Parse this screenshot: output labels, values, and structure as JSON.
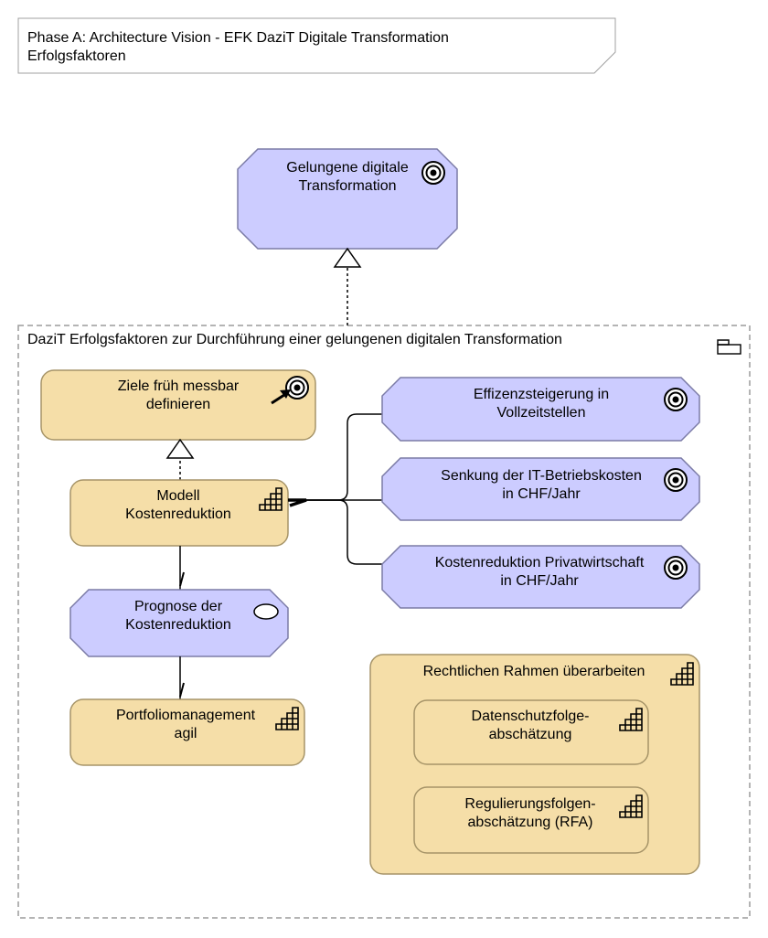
{
  "title": {
    "line1": "Phase A: Architecture Vision - EFK DaziT Digitale Transformation",
    "line2": "Erfolgsfaktoren"
  },
  "goal_main": {
    "line1": "Gelungene digitale",
    "line2": "Transformation",
    "icon": "goal-target-icon"
  },
  "group": {
    "label": "DaziT Erfolgsfaktoren zur Durchführung einer gelungenen digitalen Transformation",
    "icon": "folder-icon"
  },
  "ziele": {
    "line1": "Ziele früh messbar",
    "line2": "definieren",
    "icon": "outcome-icon"
  },
  "modell": {
    "line1": "Modell",
    "line2": "Kostenreduktion",
    "icon": "work-package-icon"
  },
  "prognose": {
    "line1": "Prognose der",
    "line2": "Kostenreduktion",
    "icon": "deliverable-oval-icon"
  },
  "portfolio": {
    "line1": "Portfoliomanagement",
    "line2": "agil",
    "icon": "work-package-icon"
  },
  "effizienz": {
    "line1": "Effizenzsteigerung in",
    "line2": "Vollzeitstellen",
    "icon": "goal-target-icon"
  },
  "senkung": {
    "line1": "Senkung der IT-Betriebskosten",
    "line2": "in CHF/Jahr",
    "icon": "goal-target-icon"
  },
  "kosten_privat": {
    "line1": "Kostenreduktion Privatwirtschaft",
    "line2": "in CHF/Jahr",
    "icon": "goal-target-icon"
  },
  "rahmen": {
    "label": "Rechtlichen Rahmen überarbeiten",
    "icon": "work-package-icon"
  },
  "datenschutz": {
    "line1": "Datenschutzfolge-",
    "line2": "abschätzung",
    "icon": "work-package-icon"
  },
  "regulierung": {
    "line1": "Regulierungsfolgen-",
    "line2": "abschätzung (RFA)",
    "icon": "work-package-icon"
  },
  "colors": {
    "goal_fill": "#ccccff",
    "work_fill": "#f5dea8",
    "stroke_goal": "#7b7ba6",
    "stroke_work": "#a69468",
    "group_border": "#9b9b9b"
  }
}
